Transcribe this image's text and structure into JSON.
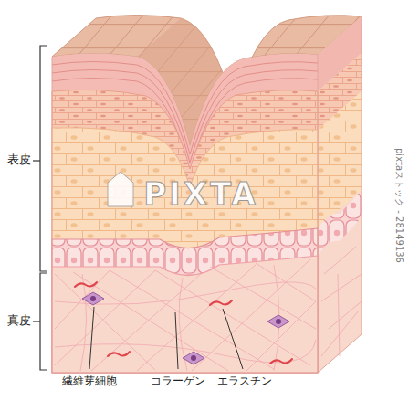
{
  "diagram": {
    "labels": [
      "表皮",
      "真皮",
      "繊維芽細胞",
      "コラーゲン",
      "エラスチン",
      "PIXTA",
      "pixtaストック - 28149136"
    ]
  }
}
